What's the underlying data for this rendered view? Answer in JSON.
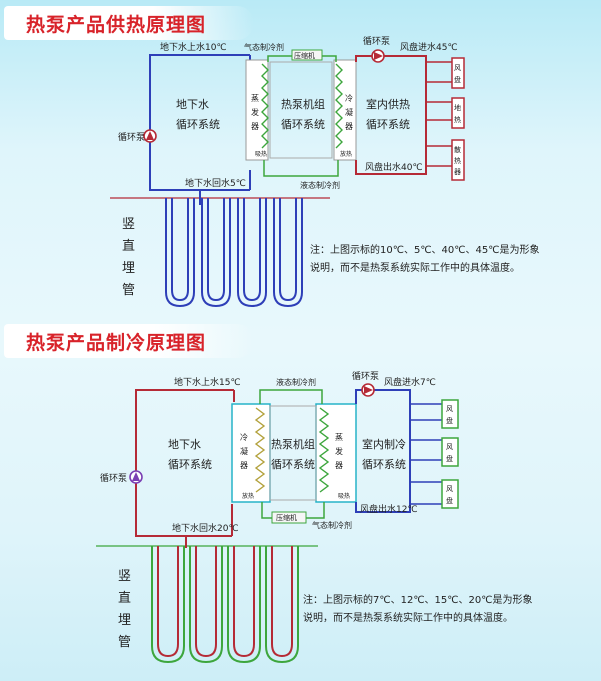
{
  "heating": {
    "title": "热泵产品供热原理图",
    "label_supply": "地下水上水10℃",
    "label_return": "地下水回水5℃",
    "label_gas": "气态制冷剂",
    "label_liquid": "液态制冷剂",
    "label_compressor": "压缩机",
    "label_pump_left": "循环泵",
    "label_pump_right": "循环泵",
    "label_fan_in": "风盘进水45℃",
    "label_fan_out": "风盘出水40℃",
    "left_system": [
      "地下水",
      "循环系统"
    ],
    "center_system": "热泵机组",
    "center_system_2": "循环系统",
    "right_system": [
      "室内供热",
      "循环系统"
    ],
    "evaporator": [
      "蒸",
      "发",
      "器"
    ],
    "condenser": [
      "冷",
      "凝",
      "器"
    ],
    "absorb": "吸热",
    "release": "放热",
    "units": [
      [
        "风",
        "盘"
      ],
      [
        "地",
        "热"
      ],
      [
        "散",
        "热",
        "器"
      ]
    ],
    "vertical": [
      "竖",
      "直",
      "埋",
      "管"
    ],
    "note": [
      "注：上图示标的10℃、5℃、40℃、45℃是为形象",
      "说明，而不是热泵系统实际工作中的具体温度。"
    ]
  },
  "cooling": {
    "title": "热泵产品制冷原理图",
    "label_supply": "地下水上水15℃",
    "label_return": "地下水回水20℃",
    "label_liquid": "液态制冷剂",
    "label_gas": "气态制冷剂",
    "label_compressor": "压缩机",
    "label_pump_left": "循环泵",
    "label_pump_right": "循环泵",
    "label_fan_in": "风盘进水7℃",
    "label_fan_out": "风盘出水12℃",
    "left_system": [
      "地下水",
      "循环系统"
    ],
    "center_system": "热泵机组",
    "center_system_2": "循环系统",
    "right_system": [
      "室内制冷",
      "循环系统"
    ],
    "condenser": [
      "冷",
      "凝",
      "器"
    ],
    "evaporator": [
      "蒸",
      "发",
      "器"
    ],
    "release": "放热",
    "absorb": "吸热",
    "units": [
      [
        "风",
        "盘"
      ],
      [
        "风",
        "盘"
      ],
      [
        "风",
        "盘"
      ]
    ],
    "vertical": [
      "竖",
      "直",
      "埋",
      "管"
    ],
    "note": [
      "注：上图示标的7℃、12℃、15℃、20℃是为形象",
      "说明，而不是热泵系统实际工作中的具体温度。"
    ]
  },
  "colors": {
    "blue": "#2e3fb8",
    "red": "#b52a36",
    "green": "#3da63d",
    "title_red": "#d8232a"
  }
}
